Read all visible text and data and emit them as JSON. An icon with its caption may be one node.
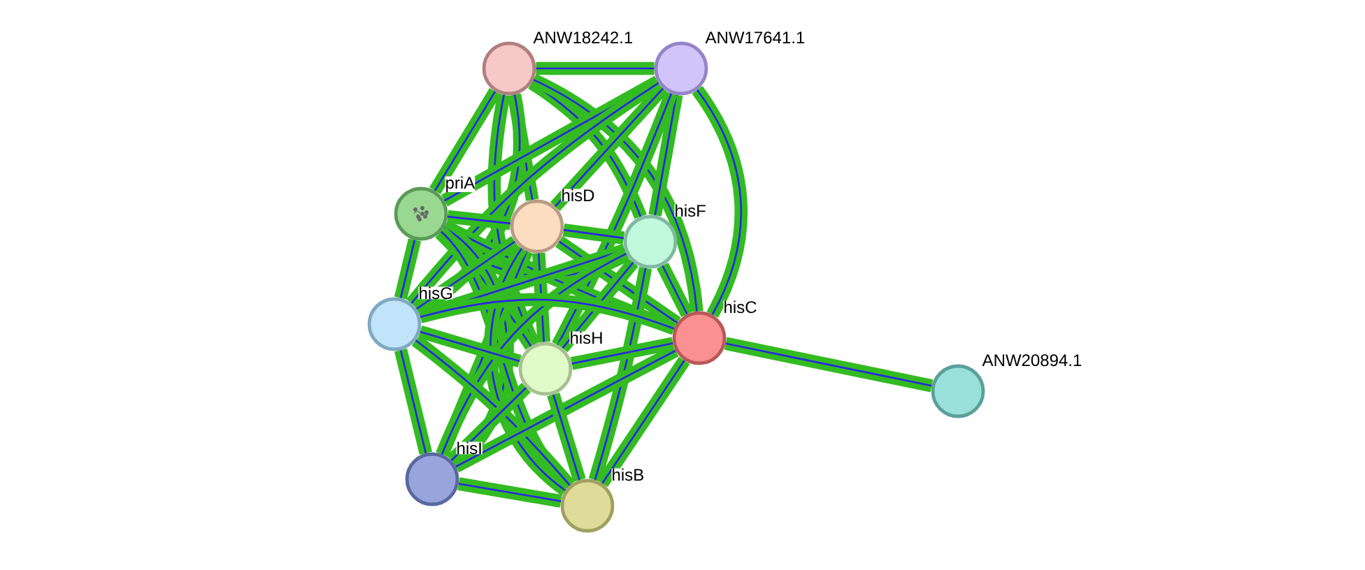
{
  "diagram": {
    "nodes": [
      {
        "text": [
          "ANW18242.1"
        ]
      },
      {
        "text": [
          "ANW17641.1"
        ]
      },
      {
        "text": [
          "priA"
        ]
      },
      {
        "text": [
          "hisD"
        ]
      },
      {
        "text": [
          "hisF"
        ]
      },
      {
        "text": [
          "hisG"
        ]
      },
      {
        "text": [
          "hisC"
        ]
      },
      {
        "text": [
          "hisH"
        ]
      },
      {
        "text": [
          "hisI"
        ]
      },
      {
        "text": [
          "hisB"
        ]
      },
      {
        "text": [
          "ANW20894.1"
        ]
      }
    ],
    "edges": [
      {
        "from": 0,
        "to": 1,
        "arrow": "none"
      },
      {
        "from": 0,
        "to": 2,
        "arrow": "none"
      },
      {
        "from": 0,
        "to": 3,
        "arrow": "none"
      },
      {
        "from": 0,
        "to": 4,
        "arrow": "none"
      },
      {
        "from": 0,
        "to": 5,
        "arrow": "none"
      },
      {
        "from": 0,
        "to": 6,
        "arrow": "none"
      },
      {
        "from": 0,
        "to": 7,
        "arrow": "none"
      },
      {
        "from": 1,
        "to": 2,
        "arrow": "none"
      },
      {
        "from": 1,
        "to": 3,
        "arrow": "none"
      },
      {
        "from": 1,
        "to": 4,
        "arrow": "none"
      },
      {
        "from": 1,
        "to": 5,
        "arrow": "none"
      },
      {
        "from": 1,
        "to": 6,
        "arrow": "none"
      },
      {
        "from": 1,
        "to": 7,
        "arrow": "none"
      },
      {
        "from": 2,
        "to": 3,
        "arrow": "none"
      },
      {
        "from": 2,
        "to": 4,
        "arrow": "none"
      },
      {
        "from": 2,
        "to": 5,
        "arrow": "none"
      },
      {
        "from": 2,
        "to": 6,
        "arrow": "none"
      },
      {
        "from": 2,
        "to": 7,
        "arrow": "none"
      },
      {
        "from": 2,
        "to": 8,
        "arrow": "none"
      },
      {
        "from": 2,
        "to": 9,
        "arrow": "none"
      },
      {
        "from": 3,
        "to": 4,
        "arrow": "none"
      },
      {
        "from": 3,
        "to": 5,
        "arrow": "none"
      },
      {
        "from": 3,
        "to": 6,
        "arrow": "none"
      },
      {
        "from": 3,
        "to": 7,
        "arrow": "none"
      },
      {
        "from": 3,
        "to": 8,
        "arrow": "none"
      },
      {
        "from": 3,
        "to": 9,
        "arrow": "none"
      },
      {
        "from": 4,
        "to": 5,
        "arrow": "none"
      },
      {
        "from": 4,
        "to": 6,
        "arrow": "none"
      },
      {
        "from": 4,
        "to": 7,
        "arrow": "none"
      },
      {
        "from": 4,
        "to": 8,
        "arrow": "none"
      },
      {
        "from": 4,
        "to": 9,
        "arrow": "none"
      },
      {
        "from": 5,
        "to": 6,
        "arrow": "none"
      },
      {
        "from": 5,
        "to": 7,
        "arrow": "none"
      },
      {
        "from": 5,
        "to": 8,
        "arrow": "none"
      },
      {
        "from": 5,
        "to": 9,
        "arrow": "none"
      },
      {
        "from": 6,
        "to": 7,
        "arrow": "none"
      },
      {
        "from": 6,
        "to": 8,
        "arrow": "none"
      },
      {
        "from": 6,
        "to": 9,
        "arrow": "none"
      },
      {
        "from": 6,
        "to": 10,
        "arrow": "none"
      },
      {
        "from": 7,
        "to": 8,
        "arrow": "none"
      },
      {
        "from": 7,
        "to": 9,
        "arrow": "none"
      },
      {
        "from": 8,
        "to": 9,
        "arrow": "none"
      }
    ]
  }
}
